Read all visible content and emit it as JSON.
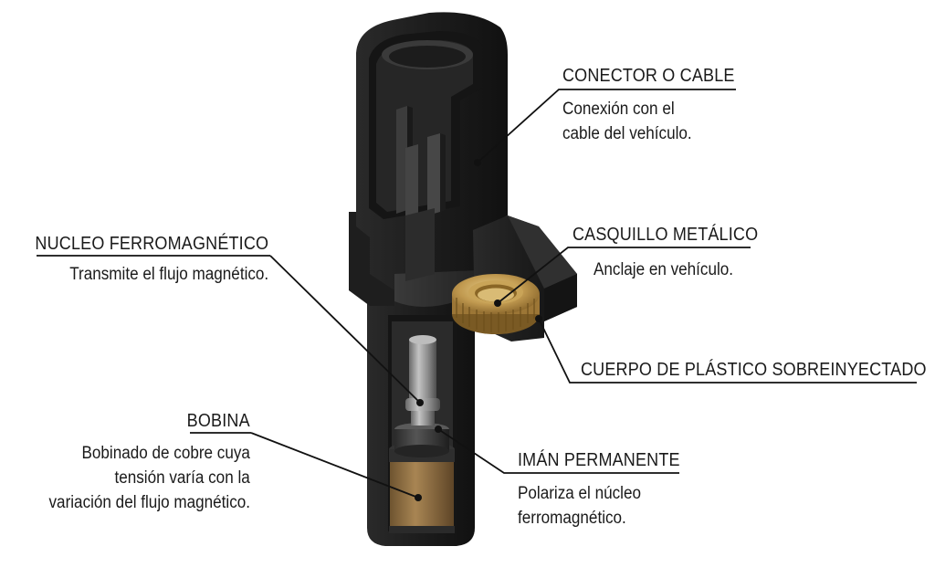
{
  "labels": {
    "connector": {
      "title": "CONECTOR O CABLE",
      "desc_1": "Conexión con el",
      "desc_2": "cable del vehículo."
    },
    "bushing": {
      "title": "CASQUILLO METÁLICO",
      "desc_1": "Anclaje en vehículo."
    },
    "body": {
      "title": "CUERPO DE PLÁSTICO SOBREINYECTADO"
    },
    "core": {
      "title": "NUCLEO FERROMAGNÉTICO",
      "desc_1": "Transmite el flujo magnético."
    },
    "coil": {
      "title": "BOBINA",
      "desc_1": "Bobinado de cobre cuya",
      "desc_2": "tensión varía con la",
      "desc_3": "variación del flujo magnético."
    },
    "magnet": {
      "title": "IMÁN PERMANENTE",
      "desc_1": "Polariza el núcleo",
      "desc_2": "ferromagnético."
    }
  },
  "colors": {
    "plastic": "#232323",
    "brass": "#b8934a",
    "copper": "#8a6a3c",
    "steel": "#8c8c8c",
    "leader": "#111111"
  }
}
